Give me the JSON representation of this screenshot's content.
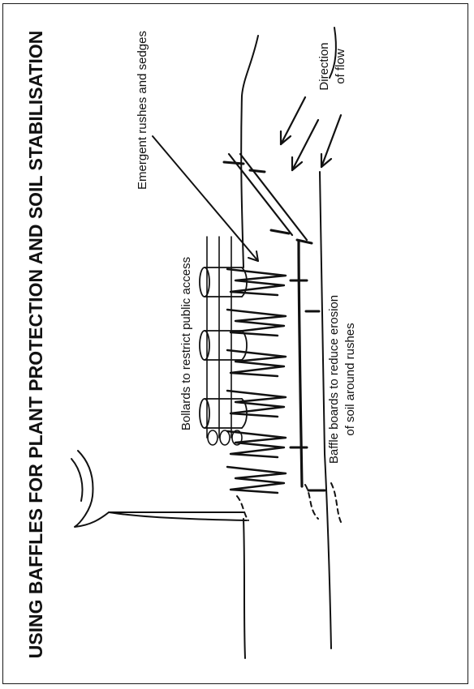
{
  "title": "USING BAFFLES FOR PLANT PROTECTION AND SOIL STABILISATION",
  "labels": {
    "rushes": "Emergent rushes and sedges",
    "flow_line1": "Direction",
    "flow_line2": "of flow",
    "bollards": "Bollards to restrict public access",
    "baffle_line1": "Baffle boards to reduce erosion",
    "baffle_line2": "of soil around rushes"
  },
  "colors": {
    "ink": "#111111",
    "frame": "#1a1a1a",
    "background": "#ffffff"
  }
}
